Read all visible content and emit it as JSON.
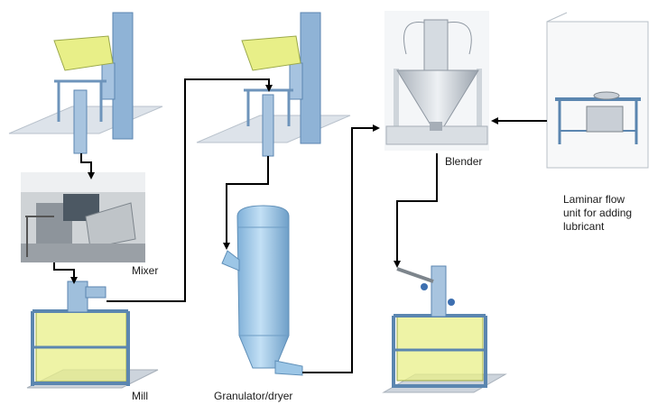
{
  "labels": {
    "mixer": "Mixer",
    "mill": "Mill",
    "granulator": "Granulator/dryer",
    "blender": "Blender",
    "laminar_line1": "Laminar flow",
    "laminar_line2": "unit for adding",
    "laminar_line3": "lubricant"
  },
  "colors": {
    "frame": "#7ea6cc",
    "frame_dark": "#5b86b0",
    "container": "#e8ef88",
    "platform": "#d7dde4",
    "vessel": "#9cc6e6",
    "steel": "#c9cfd6",
    "arrow": "#000000"
  }
}
